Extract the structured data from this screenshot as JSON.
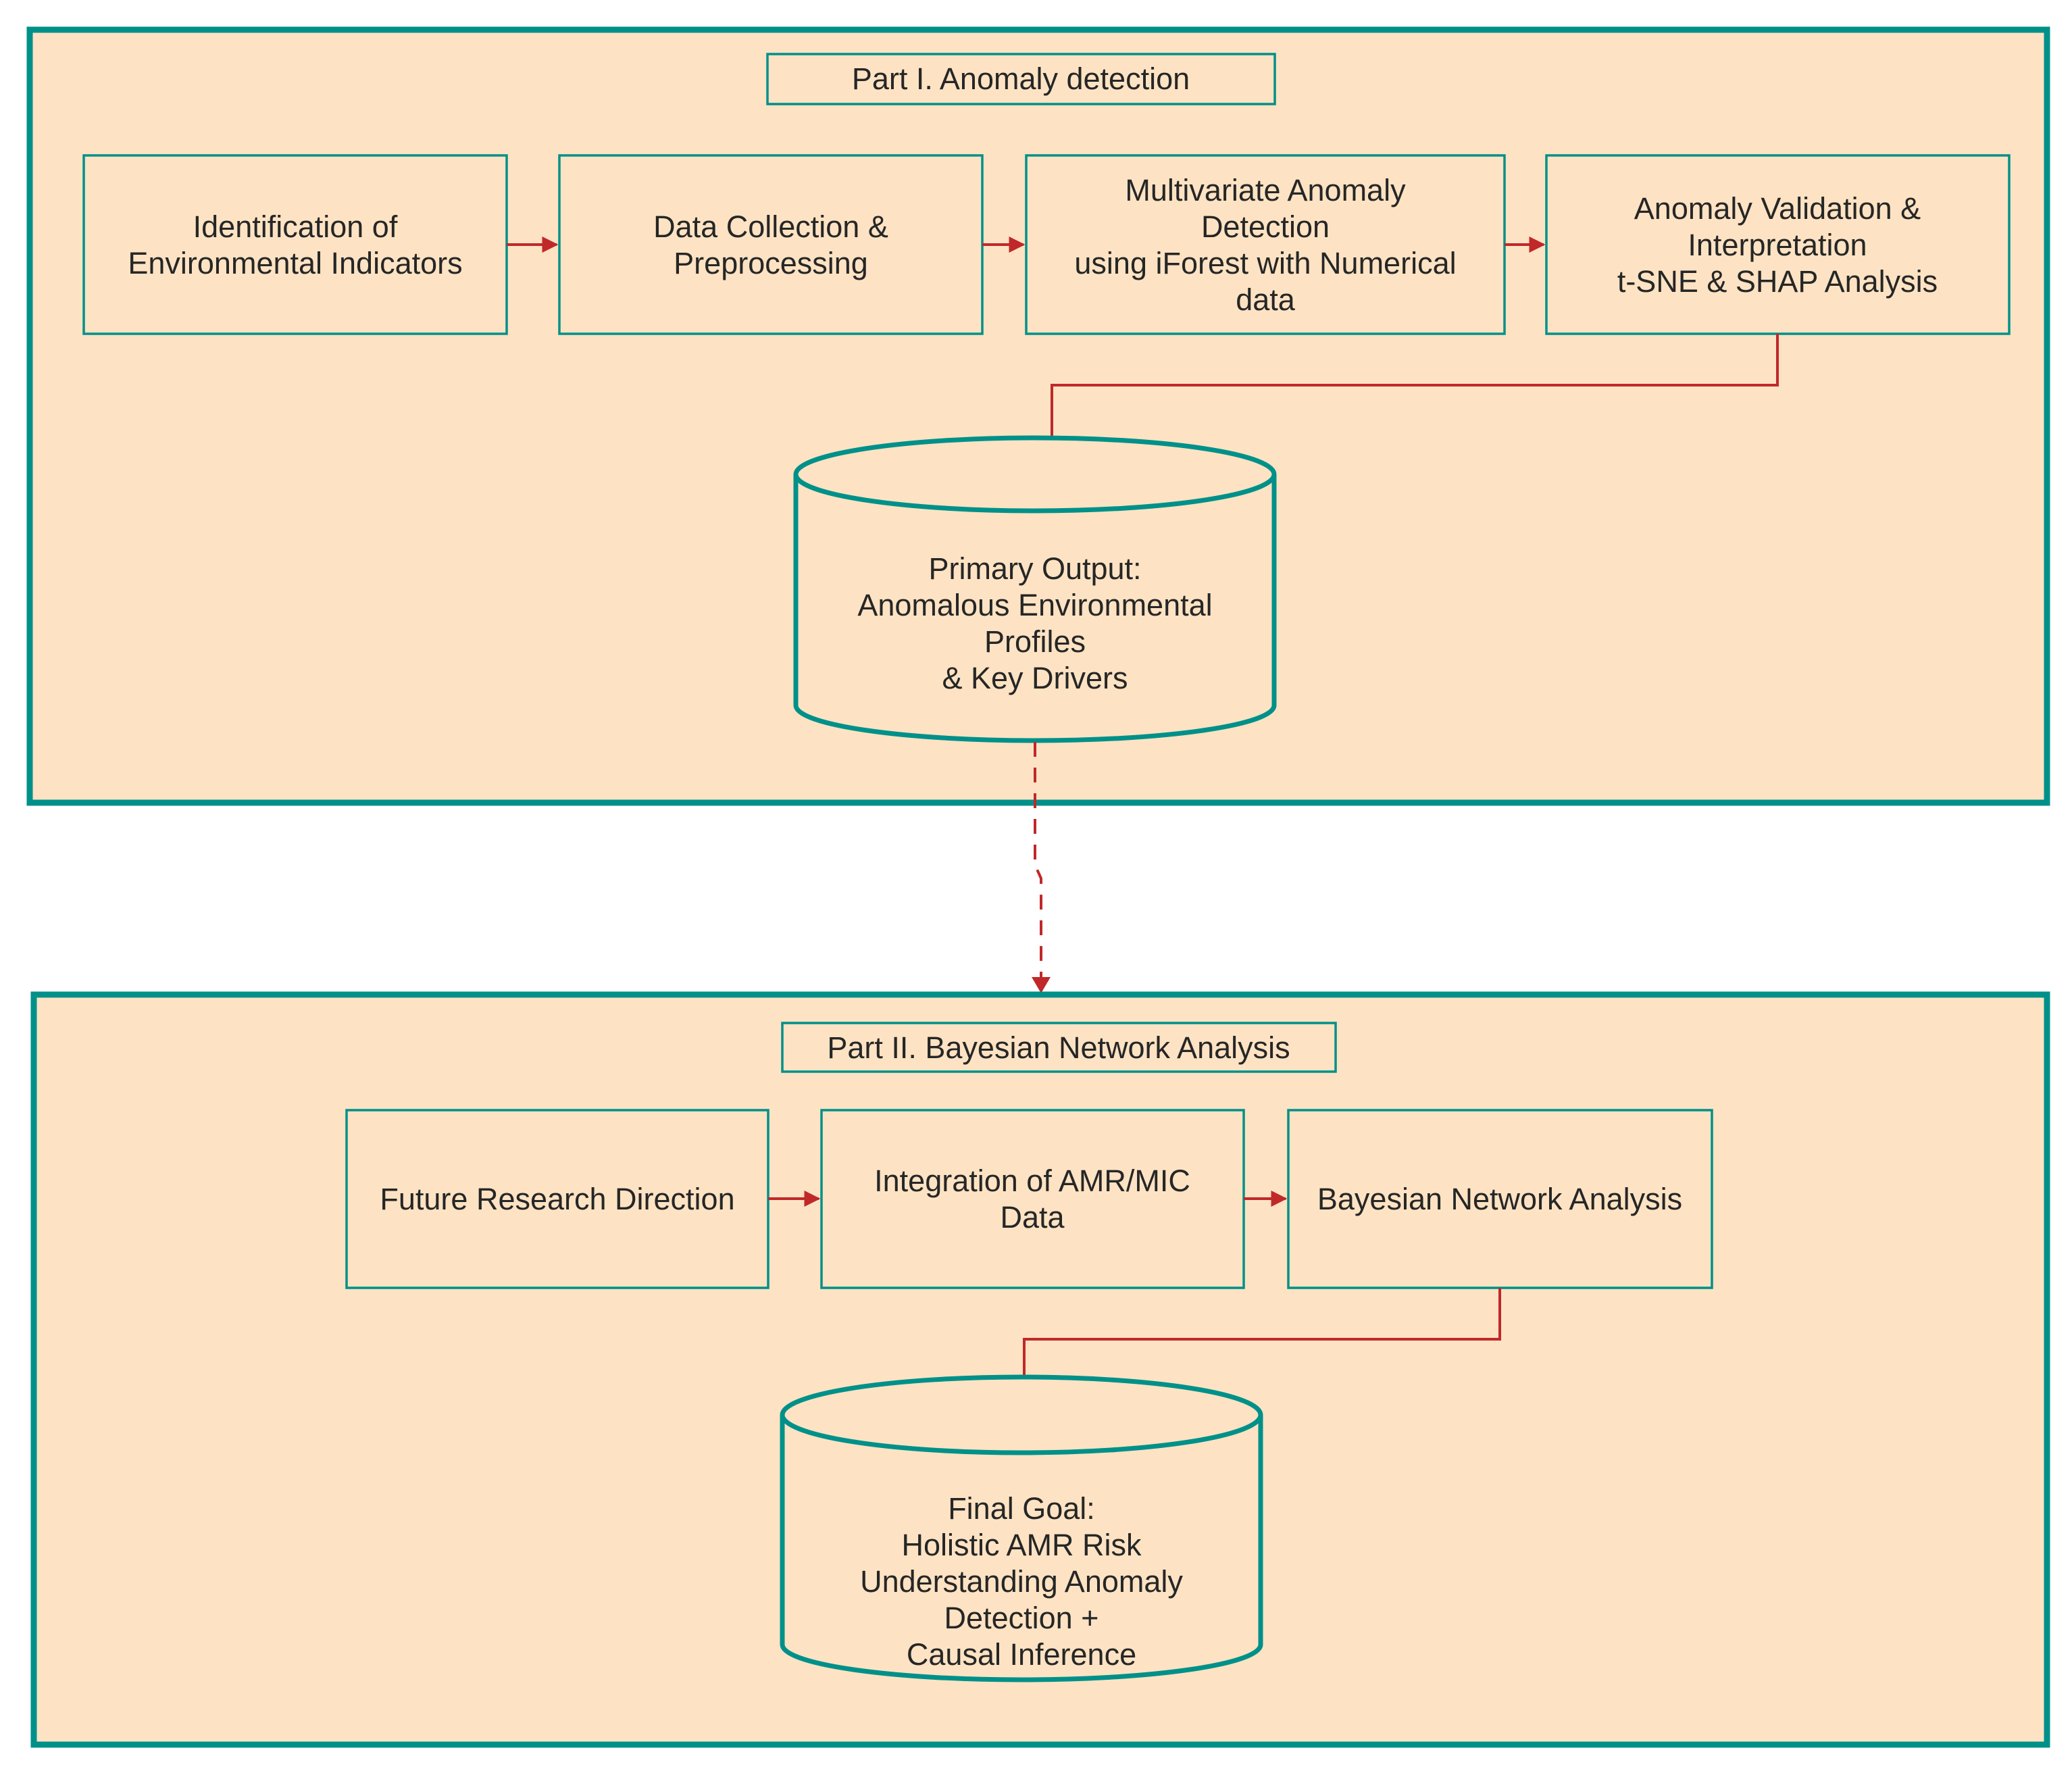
{
  "colors": {
    "panel_fill": "#fde3c3",
    "teal": "#00908a",
    "arrow_red": "#c0282a",
    "text": "#262626"
  },
  "part1": {
    "title": "Part I. Anomaly detection",
    "steps": [
      {
        "lines": [
          "Identification of",
          "Environmental Indicators"
        ]
      },
      {
        "lines": [
          "Data Collection &",
          "Preprocessing"
        ]
      },
      {
        "lines": [
          "Multivariate Anomaly",
          "Detection",
          "using iForest with Numerical",
          "data"
        ]
      },
      {
        "lines": [
          "Anomaly Validation &",
          "Interpretation",
          "t-SNE & SHAP Analysis"
        ]
      }
    ],
    "output": {
      "lines": [
        "Primary Output:",
        "Anomalous Environmental",
        "Profiles",
        "& Key Drivers"
      ]
    }
  },
  "part2": {
    "title": "Part II. Bayesian Network Analysis",
    "steps": [
      {
        "lines": [
          "Future Research Direction"
        ]
      },
      {
        "lines": [
          "Integration of AMR/MIC",
          "Data"
        ]
      },
      {
        "lines": [
          "Bayesian Network Analysis"
        ]
      }
    ],
    "output": {
      "lines": [
        "Final Goal:",
        "Holistic AMR Risk",
        "Understanding Anomaly",
        "Detection +",
        "Causal Inference"
      ]
    }
  }
}
